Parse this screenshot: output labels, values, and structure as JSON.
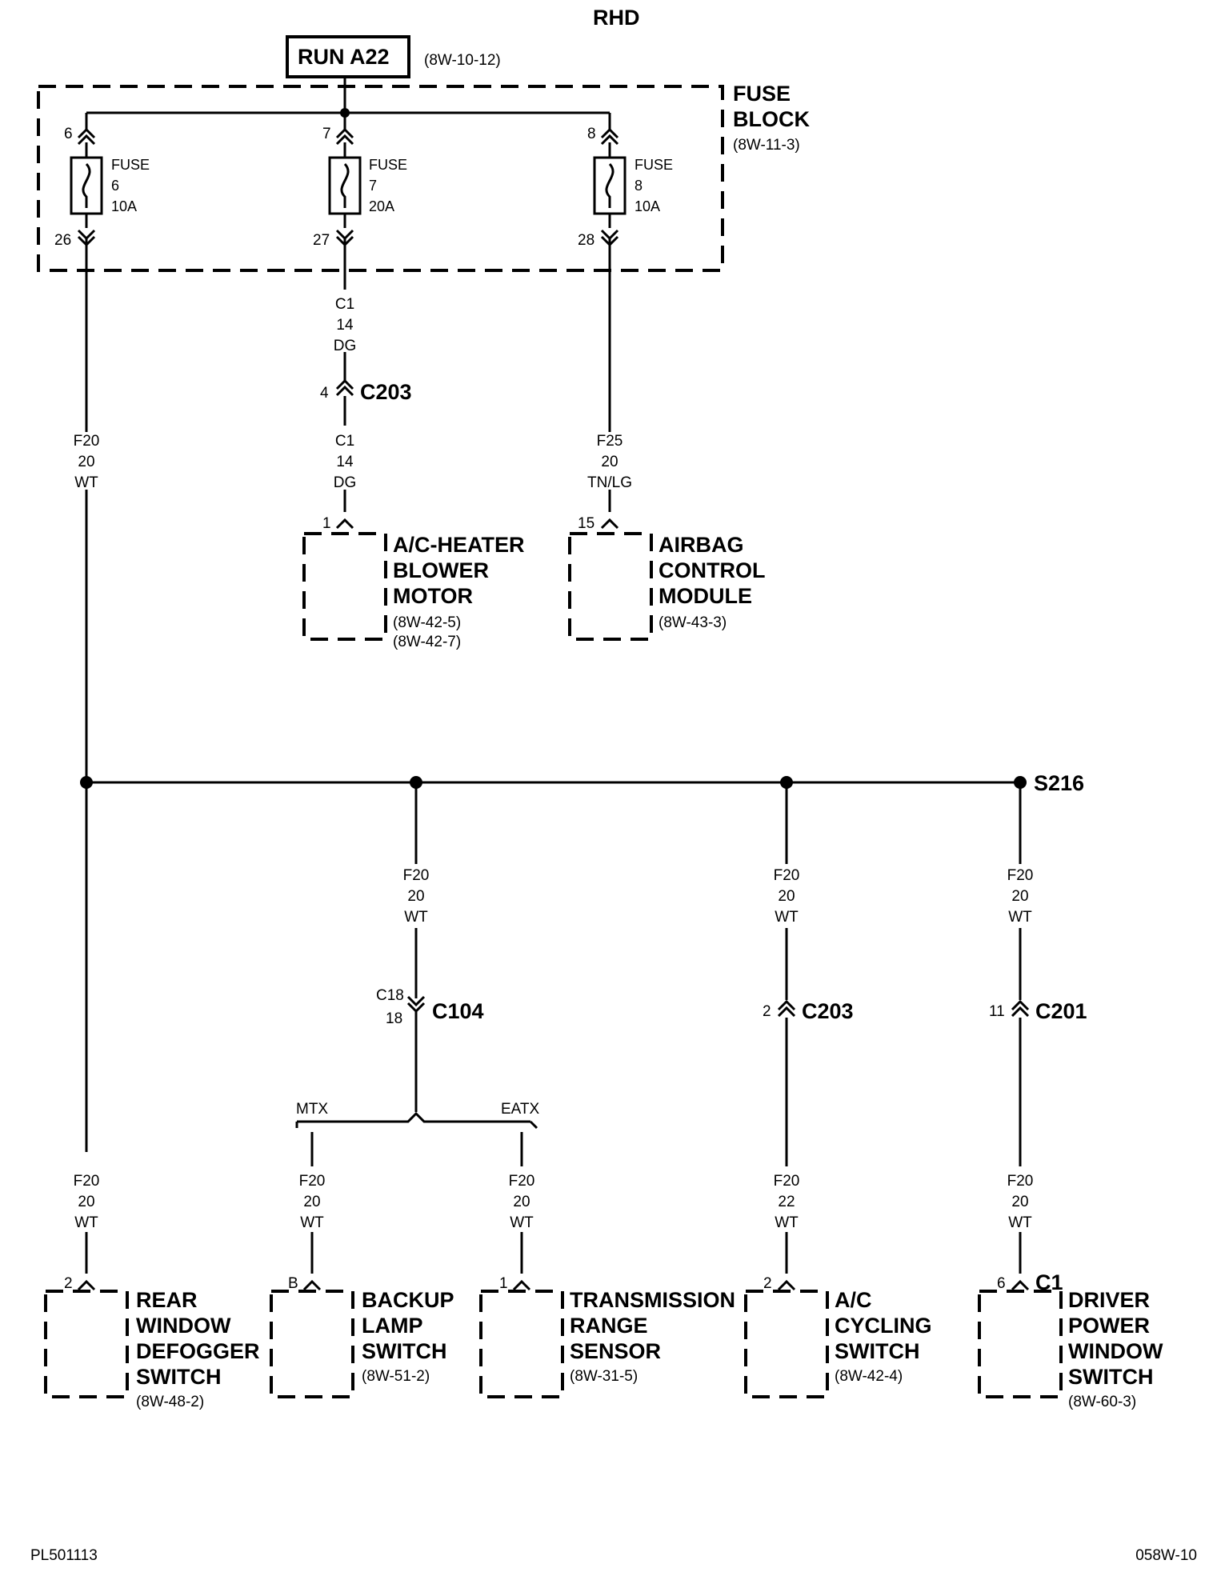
{
  "title": "RHD",
  "footer": {
    "left": "PL501113",
    "right": "058W-10"
  },
  "source": {
    "label": "RUN A22",
    "ref": "(8W-10-12)"
  },
  "fuse_block": {
    "label1": "FUSE",
    "label2": "BLOCK",
    "ref": "(8W-11-3)",
    "fuses": [
      {
        "in_pin": "6",
        "out_pin": "26",
        "l1": "FUSE",
        "l2": "6",
        "l3": "10A"
      },
      {
        "in_pin": "7",
        "out_pin": "27",
        "l1": "FUSE",
        "l2": "7",
        "l3": "20A"
      },
      {
        "in_pin": "8",
        "out_pin": "28",
        "l1": "FUSE",
        "l2": "8",
        "l3": "10A"
      }
    ]
  },
  "wires": {
    "f20_upper": [
      "F20",
      "20",
      "WT"
    ],
    "c1_upper": [
      "C1",
      "14",
      "DG"
    ],
    "c1_lower": [
      "C1",
      "14",
      "DG"
    ],
    "f25": [
      "F25",
      "20",
      "TN/LG"
    ],
    "mid_1": [
      "F20",
      "20",
      "WT"
    ],
    "mid_2": [
      "F20",
      "20",
      "WT"
    ],
    "mid_3": [
      "F20",
      "20",
      "WT"
    ],
    "low_rear": [
      "F20",
      "20",
      "WT"
    ],
    "low_backup": [
      "F20",
      "20",
      "WT"
    ],
    "low_trs": [
      "F20",
      "20",
      "WT"
    ],
    "low_ac": [
      "F20",
      "22",
      "WT"
    ],
    "low_driver": [
      "F20",
      "20",
      "WT"
    ]
  },
  "connectors": {
    "c203_top": {
      "name": "C203",
      "pin": "4"
    },
    "c104": {
      "name": "C104",
      "pin1": "C18",
      "pin2": "18"
    },
    "c203_mid": {
      "name": "C203",
      "pin": "2"
    },
    "c201": {
      "name": "C201",
      "pin": "11"
    }
  },
  "splice": "S216",
  "branch": {
    "left": "MTX",
    "right": "EATX"
  },
  "components": {
    "blower": {
      "pin": "1",
      "lines": [
        "A/C-HEATER",
        "BLOWER",
        "MOTOR"
      ],
      "refs": [
        "(8W-42-5)",
        "(8W-42-7)"
      ]
    },
    "airbag": {
      "pin": "15",
      "lines": [
        "AIRBAG",
        "CONTROL",
        "MODULE"
      ],
      "refs": [
        "(8W-43-3)"
      ]
    },
    "rear": {
      "pin": "2",
      "lines": [
        "REAR",
        "WINDOW",
        "DEFOGGER",
        "SWITCH"
      ],
      "refs": [
        "(8W-48-2)"
      ]
    },
    "backup": {
      "pin": "B",
      "lines": [
        "BACKUP",
        "LAMP",
        "SWITCH"
      ],
      "refs": [
        "(8W-51-2)"
      ]
    },
    "trs": {
      "pin": "1",
      "lines": [
        "TRANSMISSION",
        "RANGE",
        "SENSOR"
      ],
      "refs": [
        "(8W-31-5)"
      ]
    },
    "accyc": {
      "pin": "2",
      "lines": [
        "A/C",
        "CYCLING",
        "SWITCH"
      ],
      "refs": [
        "(8W-42-4)"
      ]
    },
    "driver": {
      "pin": "6",
      "conn": "C1",
      "lines": [
        "DRIVER",
        "POWER",
        "WINDOW",
        "SWITCH"
      ],
      "refs": [
        "(8W-60-3)"
      ]
    }
  }
}
